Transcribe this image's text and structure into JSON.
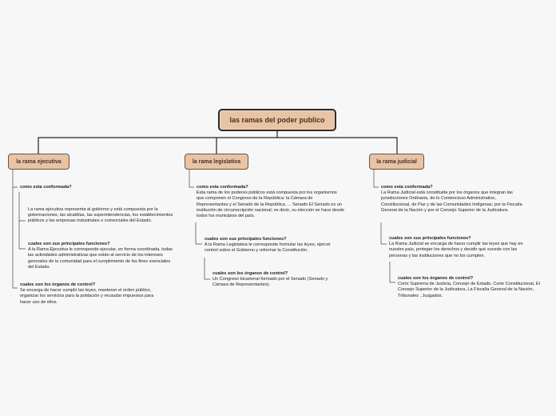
{
  "root": {
    "label": "las ramas del poder publico"
  },
  "branches": [
    {
      "label": "la rama ejecutiva",
      "items": [
        {
          "question": "como esta conformada?",
          "answer": ""
        },
        {
          "question": "",
          "answer": "La rama ejecutiva representa al gobierno y está compuesta por la gobernaciones, las alcaldías, las superintendencias, los establecimientos públicos y las empresas industriales o comerciales del Estado."
        },
        {
          "question": "cuales son sus principales funciones?",
          "answer": "A la Rama Ejecutiva le corresponde ejecutar, en forma coordinada, todas las actividades administrativas que están al servicio de los intereses generales de la comunidad para el cumplimiento de los fines esenciales del Estado."
        },
        {
          "question": "cuales son los órganos de control?",
          "answer": "Se encarga de hacer cumplir las leyes, mantener el orden público, organizar los servicios para la población y recaudar impuestos para hacer uso de ellos."
        }
      ]
    },
    {
      "label": "la rama legislativa",
      "items": [
        {
          "question": "como esta conformada?",
          "answer": "Esta rama de los poderes públicos está compuesta por los organismos que componen el Congreso de la República: la Cámara de Representantes y el Senado de la República. ... Senado El Senado es un institución de circunscripción nacional; es decir, su elección se hace desde todos los municipios del país."
        },
        {
          "question": "cuales son sus principales funciones?",
          "answer": "A la Rama Legislativa le corresponde formular las leyes, ejercer control sobre el Gobierno y reformar la Constitución."
        },
        {
          "question": "cuales son los órganos de control?",
          "answer": "Un Congreso bicameral formado por el Senado (Senado y Cámara de Representantes)."
        }
      ]
    },
    {
      "label": "la rama judicial",
      "items": [
        {
          "question": "como esta conformada?",
          "answer": "La Rama Judicial está constituida por los órganos que integran las jurisdicciones Ordinaria, de lo Contencioso Administrativo, Constitucional, de Paz y de las Comunidades Indígenas; por la Fiscalía General de la Nación y por el Consejo Superior de la Judicatura."
        },
        {
          "question": "cuales son sus principales funciones?",
          "answer": "La Rama Judicial se encarga de hacer cumplir las leyes que hay en nuestro país, proteger los derechos y decidir qué sucede con las personas y las instituciones que no los cumplen."
        },
        {
          "question": "cuales son los órganos de control?",
          "answer": "Corte Suprema de Justicia, Consejo de Estado, Corte Constitucional, El Consejo Superior de la Judicatura, La Fiscalía General de la Nación, Tribunales , Juzgados."
        }
      ]
    }
  ]
}
